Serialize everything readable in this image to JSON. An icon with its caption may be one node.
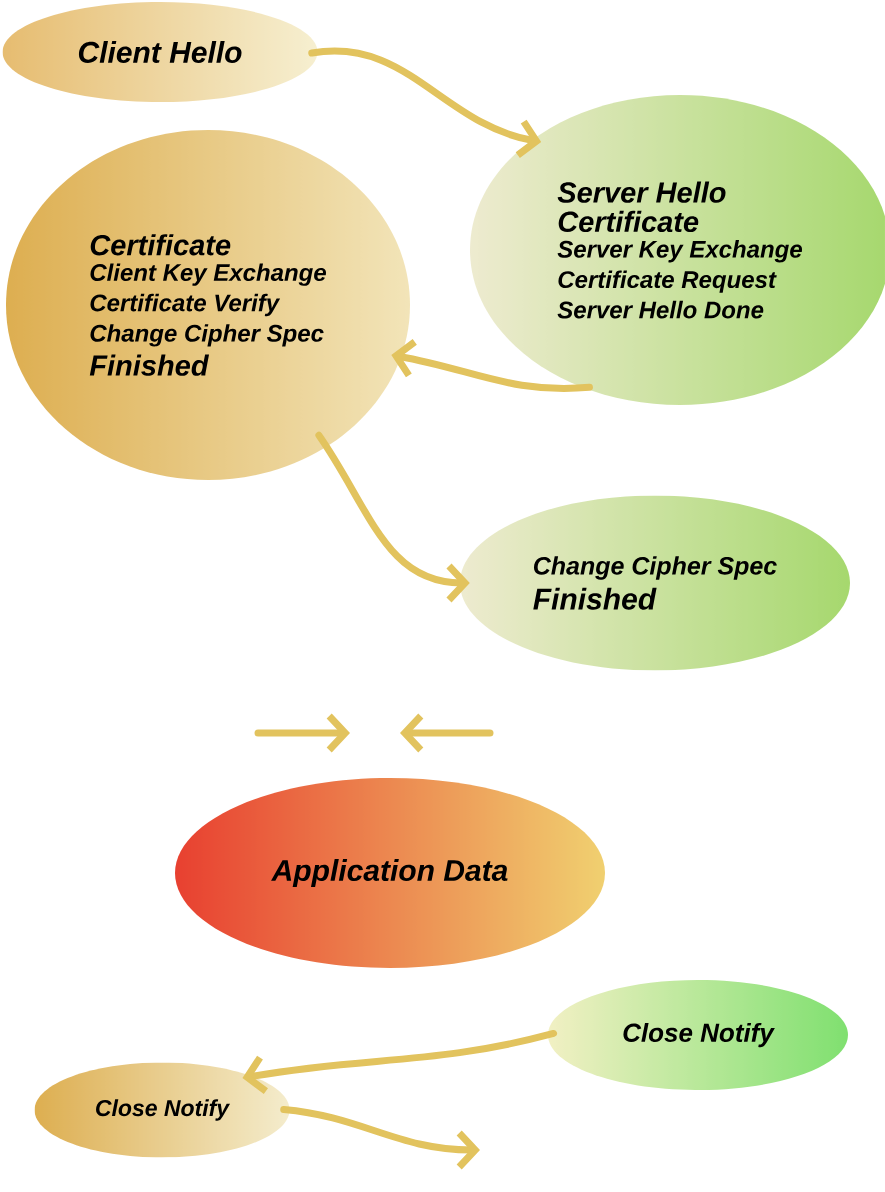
{
  "diagram": {
    "nodes": [
      {
        "text": [
          "Client Hello"
        ]
      },
      {
        "text": [
          "Server Hello",
          "Certificate",
          "Server Key Exchange",
          "Certificate Request",
          "Server Hello Done"
        ]
      },
      {
        "text": [
          "Certificate",
          "Client Key Exchange",
          "Certificate Verify",
          "Change Cipher Spec",
          "Finished"
        ]
      },
      {
        "text": [
          "Change Cipher Spec",
          "Finished"
        ]
      },
      {
        "text": [
          "Application Data"
        ]
      },
      {
        "text": [
          "Close Notify"
        ]
      },
      {
        "text": [
          "Close Notify"
        ]
      }
    ],
    "edges": [
      {
        "from": 0,
        "to": 1,
        "arrow": "to"
      },
      {
        "from": 1,
        "to": 2,
        "arrow": "to"
      },
      {
        "from": 2,
        "to": 3,
        "arrow": "to"
      },
      {
        "from": 5,
        "to": 6,
        "arrow": "to"
      },
      {
        "from": 6,
        "to": null,
        "arrow": "to"
      }
    ]
  }
}
